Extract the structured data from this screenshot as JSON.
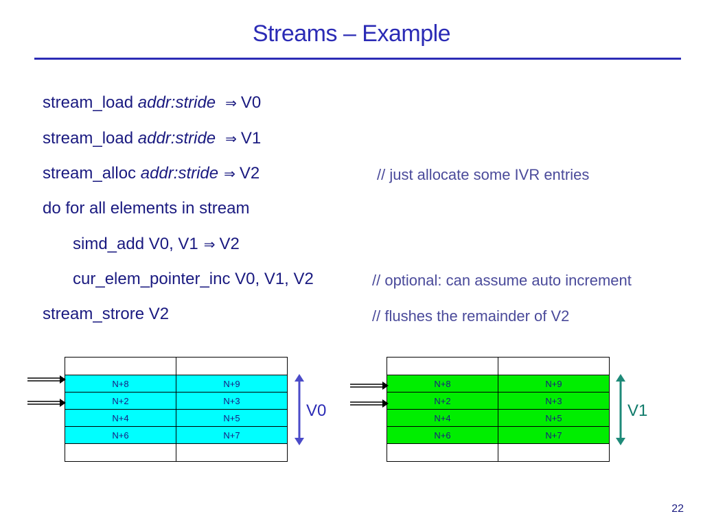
{
  "title": "Streams – Example",
  "code": [
    {
      "cmd": "stream_load ",
      "arg": "addr:stride",
      "arrow": "⇒",
      "target": "V0"
    },
    {
      "cmd": "stream_load ",
      "arg": "addr:stride",
      "arrow": "⇒",
      "target": "V1"
    },
    {
      "cmd": "stream_alloc ",
      "arg": "addr:stride",
      "arrow": "⇒",
      "target": "V2"
    },
    {
      "text": "do for all elements in stream"
    },
    {
      "text": "simd_add V0, V1",
      "arrow": "⇒",
      "target": "V2"
    },
    {
      "text": "cur_elem_pointer_inc V0, V1, V2"
    },
    {
      "text": "stream_strore V2"
    }
  ],
  "comments": [
    "// just allocate some IVR entries",
    "// optional: can assume auto increment",
    "// flushes the remainder of V2"
  ],
  "tables": [
    {
      "label": "V0",
      "fill": "#00ffff",
      "arrow_color": "#4b4bc8",
      "rows": [
        [
          "N+8",
          "N+9"
        ],
        [
          "N+2",
          "N+3"
        ],
        [
          "N+4",
          "N+5"
        ],
        [
          "N+6",
          "N+7"
        ]
      ]
    },
    {
      "label": "V1",
      "fill": "#00ee00",
      "arrow_color": "#1e8a78",
      "rows": [
        [
          "N+8",
          "N+9"
        ],
        [
          "N+2",
          "N+3"
        ],
        [
          "N+4",
          "N+5"
        ],
        [
          "N+6",
          "N+7"
        ]
      ]
    }
  ],
  "page_number": "22"
}
